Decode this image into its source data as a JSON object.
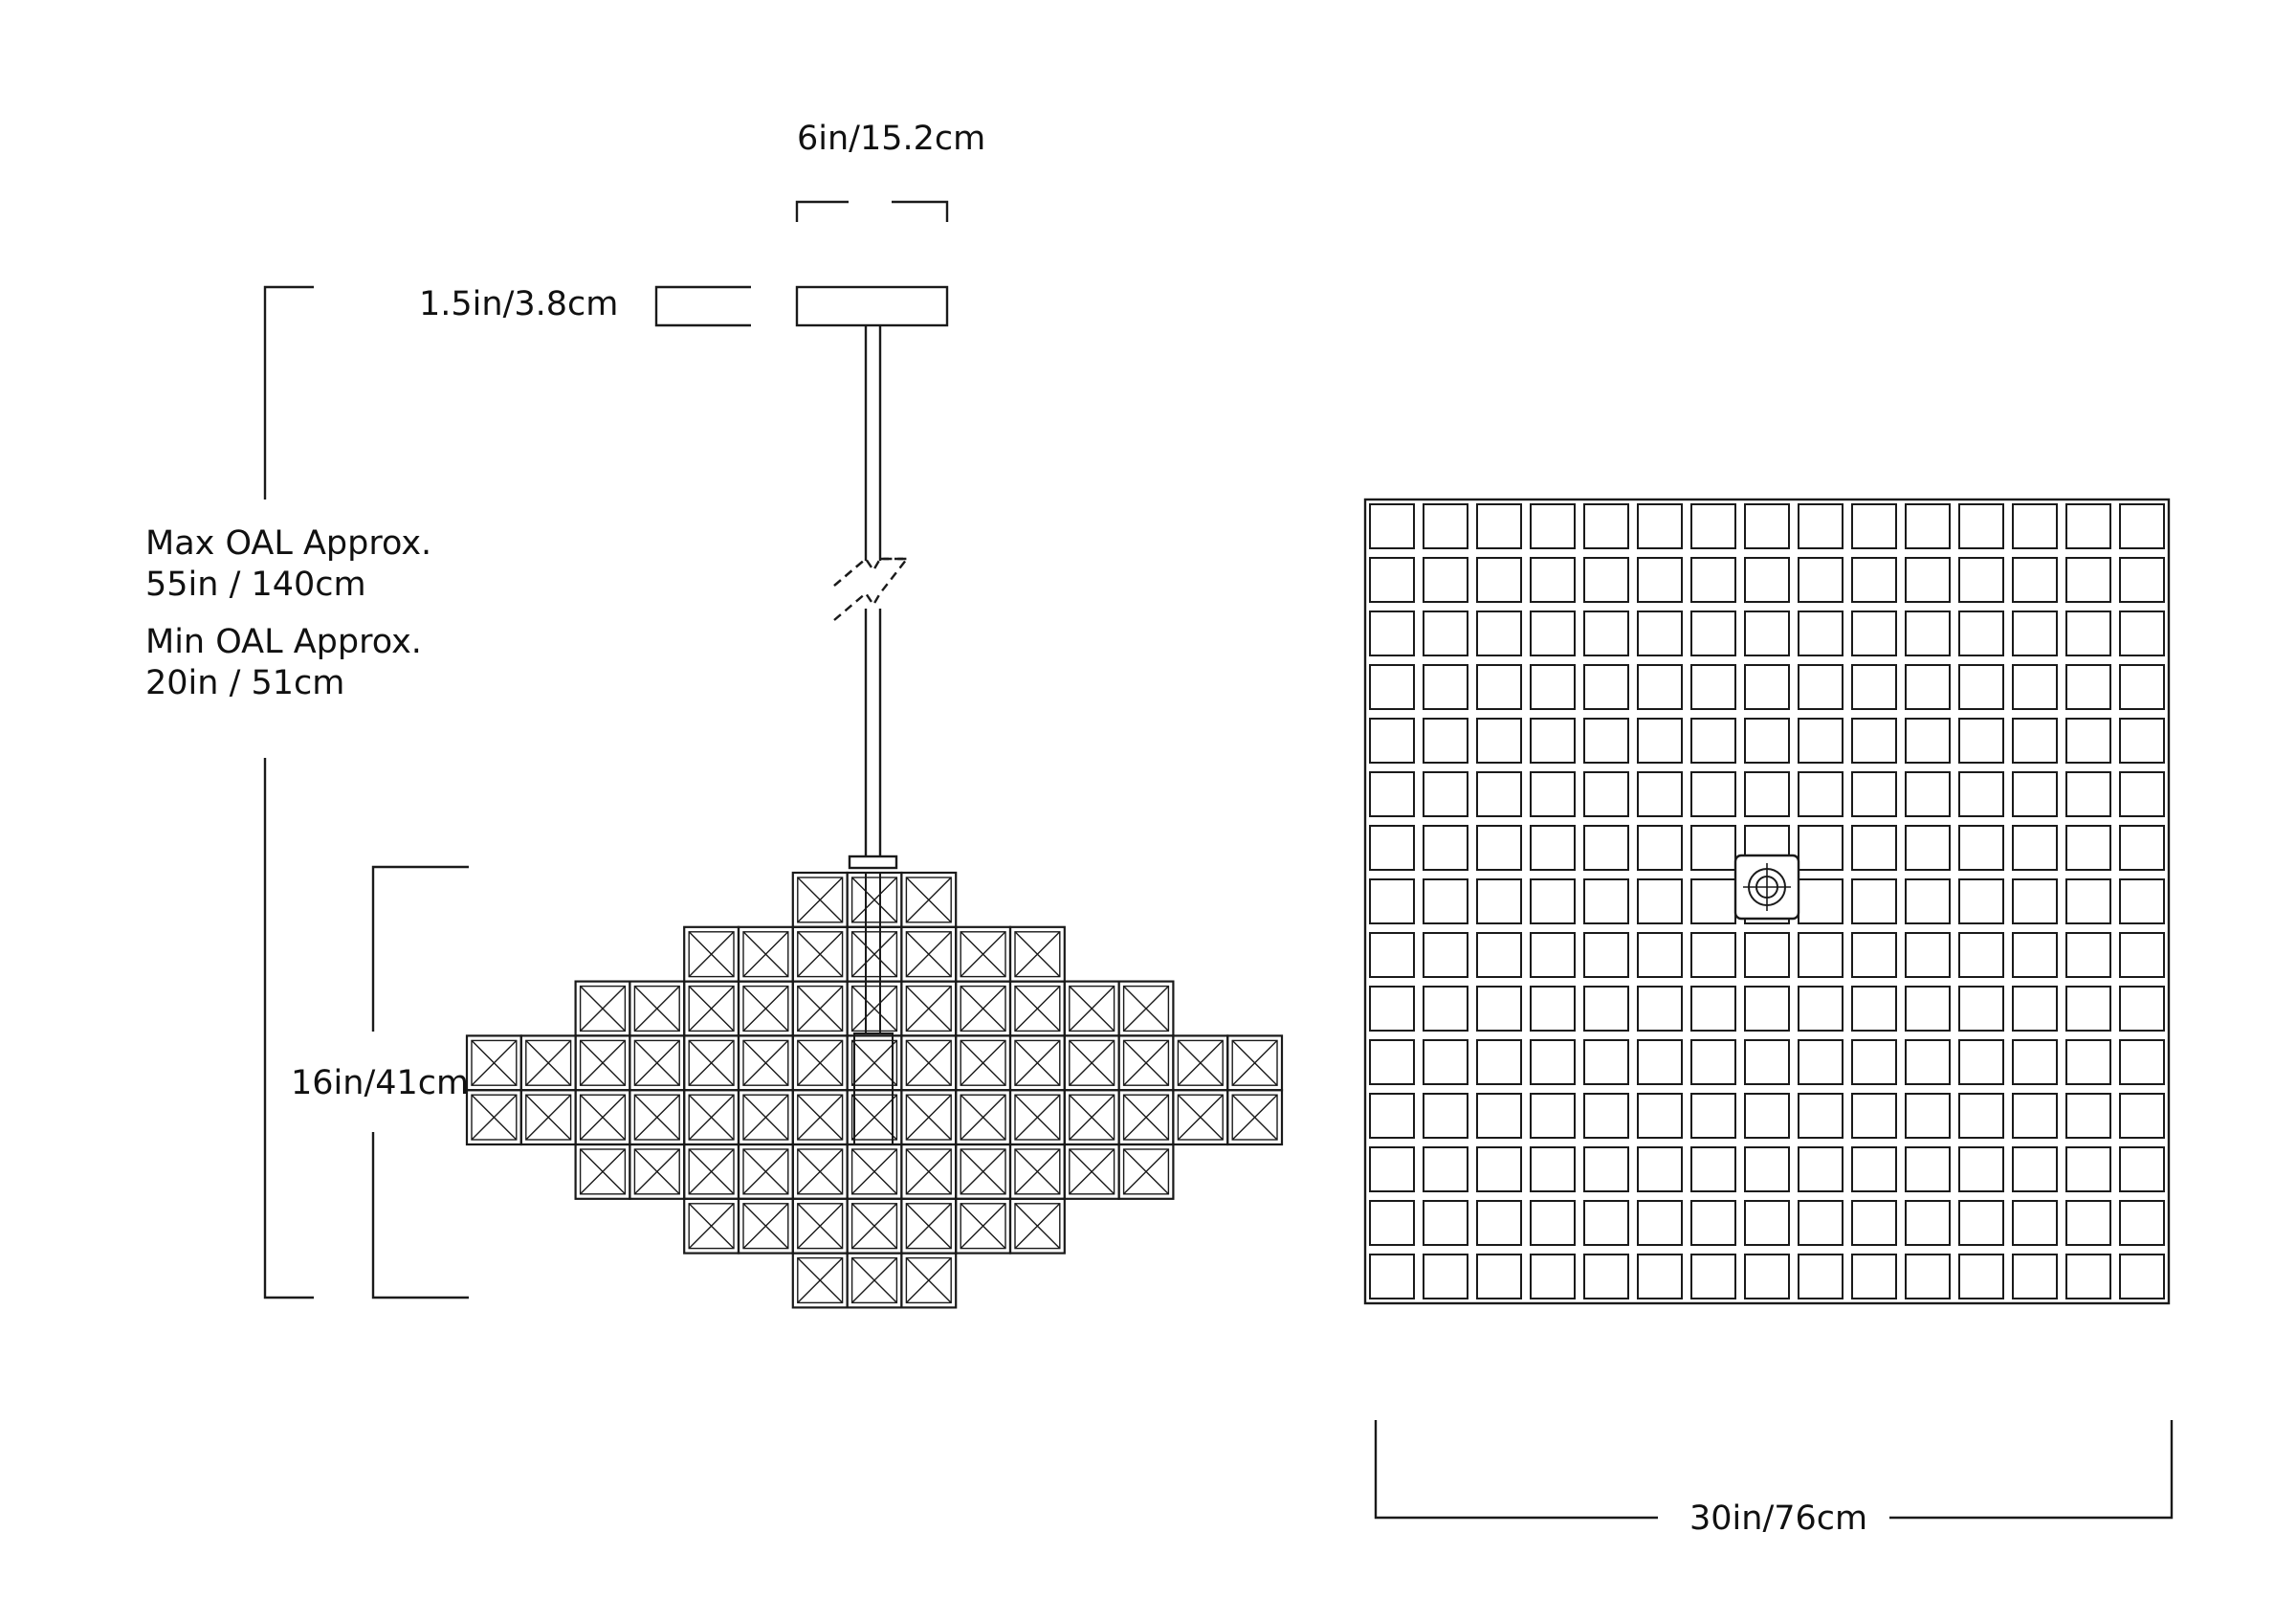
{
  "dimensions": {
    "canopy_width": "6in/15.2cm",
    "canopy_height": "1.5in/3.8cm",
    "max_oal_title": "Max OAL Approx.",
    "max_oal_value": "55in / 140cm",
    "min_oal_title": "Min OAL Approx.",
    "min_oal_value": "20in / 51cm",
    "shade_height": "16in/41cm",
    "shade_width": "30in/76cm"
  },
  "side_view": {
    "row_cell_counts": [
      3,
      7,
      11,
      15,
      15,
      11,
      7,
      3
    ]
  },
  "plan_view": {
    "grid_rows": 15,
    "grid_columns": 15
  },
  "colors": {
    "line": "#1a1a1a",
    "background": "#ffffff"
  }
}
